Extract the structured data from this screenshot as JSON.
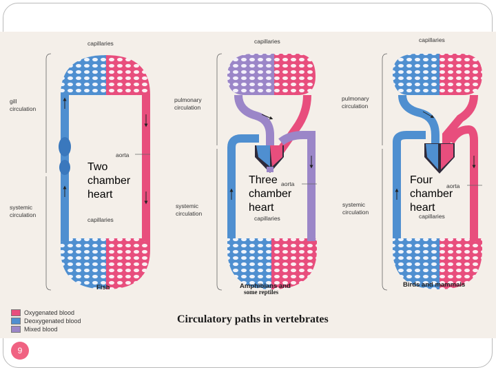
{
  "slide": {
    "title": "Circulatory paths in vertebrates",
    "page_number": "9"
  },
  "labels": {
    "capillaries": "capillaries",
    "aorta": "aorta",
    "gill_circulation": "gill\ncirculation",
    "pulmonary_circulation": "pulmonary\ncirculation",
    "systemic_circulation": "systemic\ncirculation"
  },
  "panels": [
    {
      "caption": "Fish",
      "heart_label": "Two\nchamber\nheart"
    },
    {
      "caption_line1": "Amphibians and",
      "caption_line2": "some reptiles",
      "heart_label": "Three\nchamber\nheart"
    },
    {
      "caption": "Birds and mammals",
      "heart_label": "Four\nchamber\nheart"
    }
  ],
  "legend": [
    {
      "label": "Oxygenated blood",
      "color": "#e84e7d"
    },
    {
      "label": "Deoxygenated blood",
      "color": "#4f8fd0"
    },
    {
      "label": "Mixed blood",
      "color": "#9b86c8"
    }
  ],
  "colors": {
    "oxygenated": "#e84e7d",
    "deoxygenated": "#4f8fd0",
    "mixed": "#9b86c8"
  }
}
